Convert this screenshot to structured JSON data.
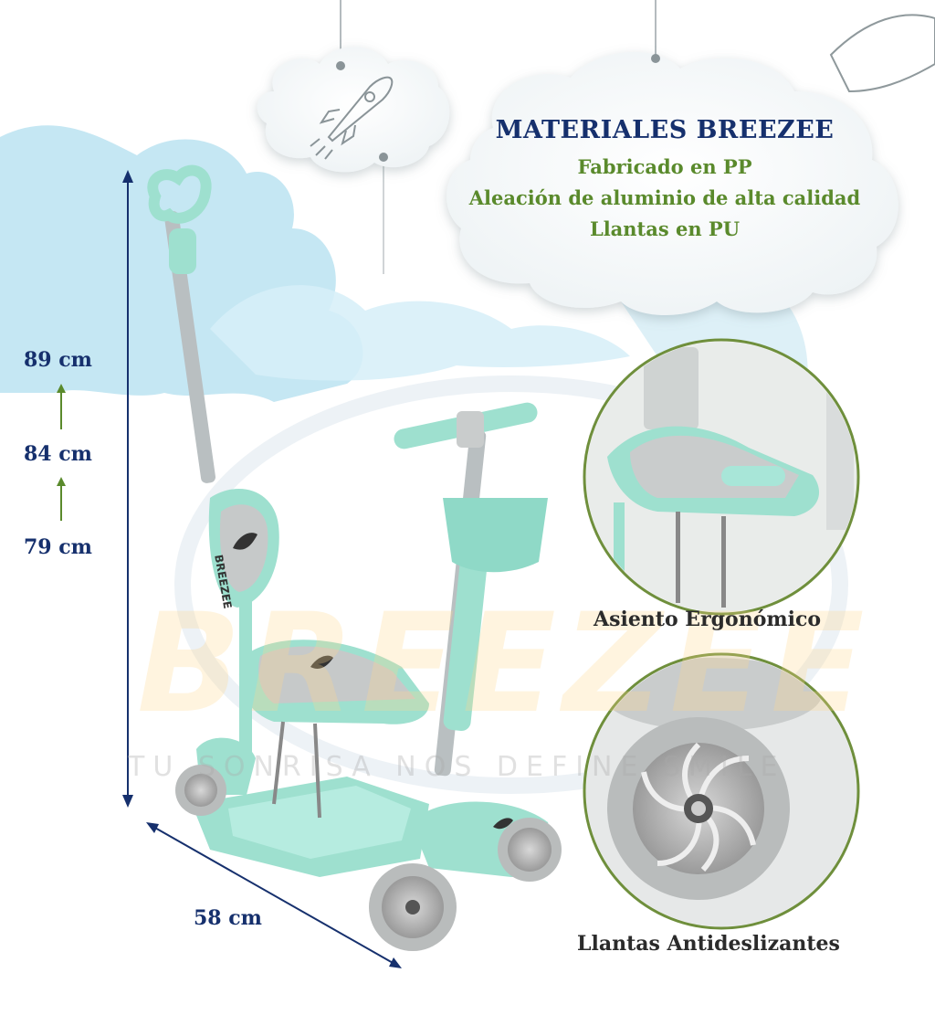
{
  "colors": {
    "navy": "#16306d",
    "green": "#5a8a2c",
    "mint": "#a8e6d8",
    "sky": "#bfe4f2",
    "circle_border": "#6f8f3c",
    "feature_text": "#2b2b2b"
  },
  "info_card": {
    "title": "MATERIALES BREEZEE",
    "lines": [
      "Fabricado en PP",
      "Aleación de aluminio de alta calidad",
      "Llantas en PU"
    ]
  },
  "dimensions": {
    "heights": [
      "89 cm",
      "84 cm",
      "79 cm"
    ],
    "length": "58 cm"
  },
  "features": {
    "seat": "Asiento Ergonómico",
    "wheels": "Llantas Antideslizantes"
  },
  "brand": {
    "logo_text": "BREEZEE",
    "watermark": "BREEZEE",
    "slogan_watermark": "TU SONRISA NOS DEFINE SMILE"
  },
  "icons": [
    "rocket-icon",
    "scale-arrow-icon",
    "up-arrow-icon",
    "brand-logo-icon"
  ]
}
